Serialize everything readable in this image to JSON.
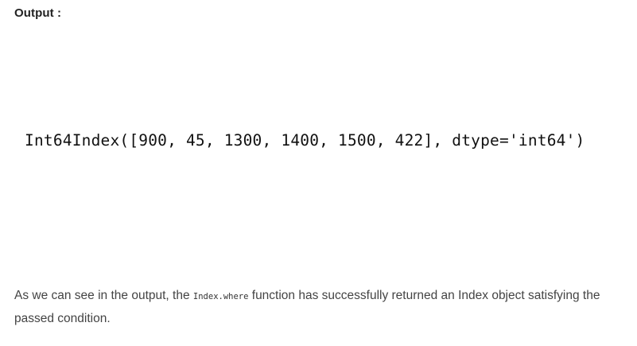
{
  "heading": "Output :",
  "output": {
    "code": "Int64Index([900, 45, 1300, 1400, 1500, 422], dtype='int64')"
  },
  "paragraph": {
    "before": "As we can see in the output, the ",
    "code": "Index.where",
    "after": " function has successfully returned an Index object satisfying the passed condition."
  }
}
